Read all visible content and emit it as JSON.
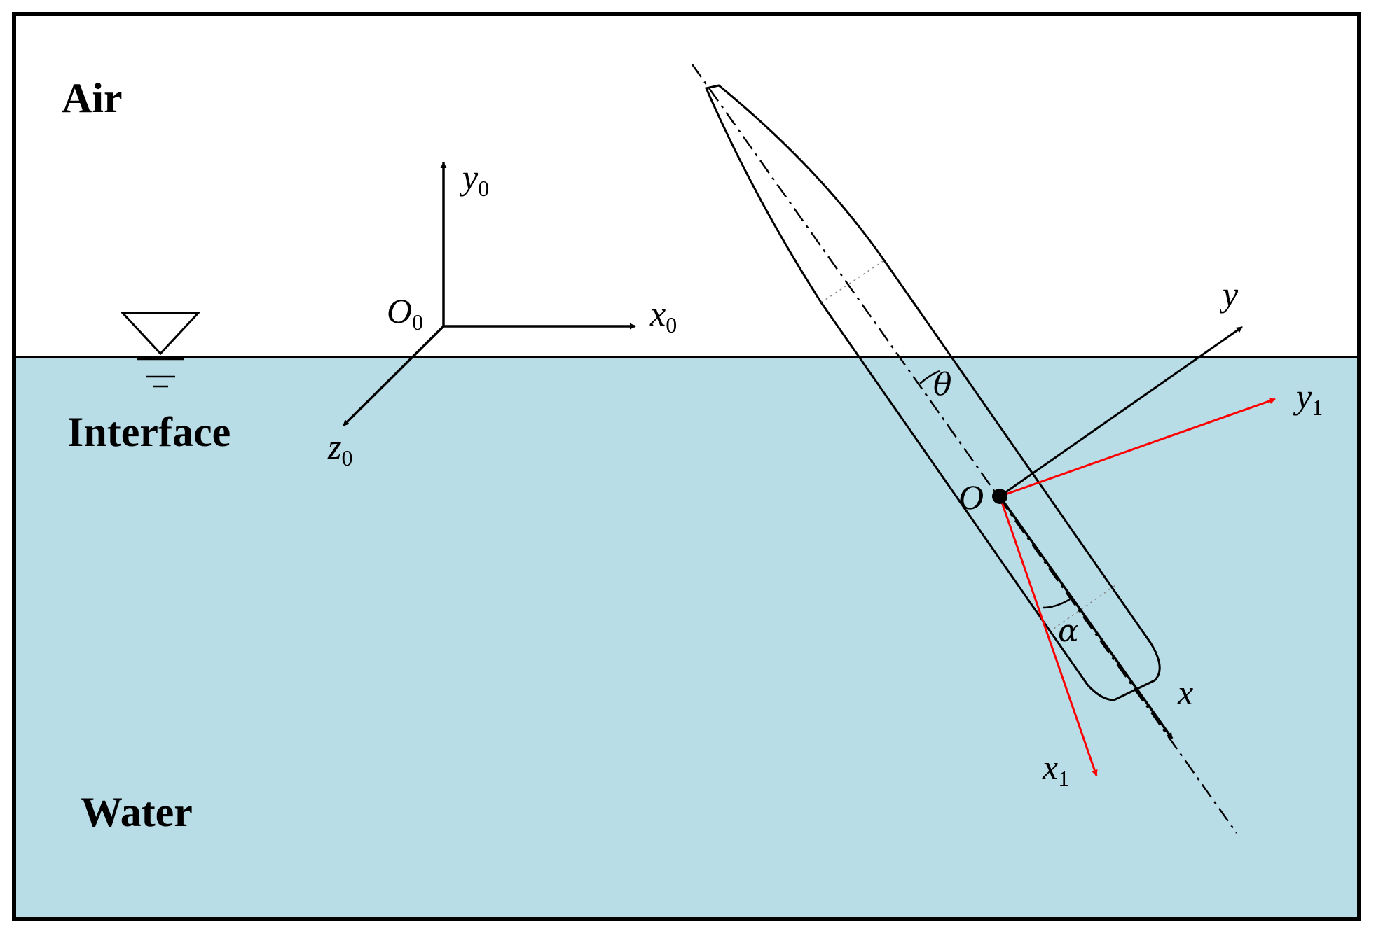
{
  "regions": {
    "air": "Air",
    "interface": "Interface",
    "water": "Water"
  },
  "axes": {
    "origin_ground": {
      "main": "O",
      "sub": "0"
    },
    "x0": {
      "main": "x",
      "sub": "0"
    },
    "y0": {
      "main": "y",
      "sub": "0"
    },
    "z0": {
      "main": "z",
      "sub": "0"
    },
    "origin_body": {
      "main": "O"
    },
    "x": {
      "main": "x"
    },
    "y": {
      "main": "y"
    },
    "x1": {
      "main": "x",
      "sub": "1"
    },
    "y1": {
      "main": "y",
      "sub": "1"
    }
  },
  "angles": {
    "theta": "θ",
    "alpha": "α"
  },
  "colors": {
    "water": "#b8dde7",
    "air": "#ffffff",
    "outline": "#000000",
    "flow_axes": "#ff0000"
  }
}
